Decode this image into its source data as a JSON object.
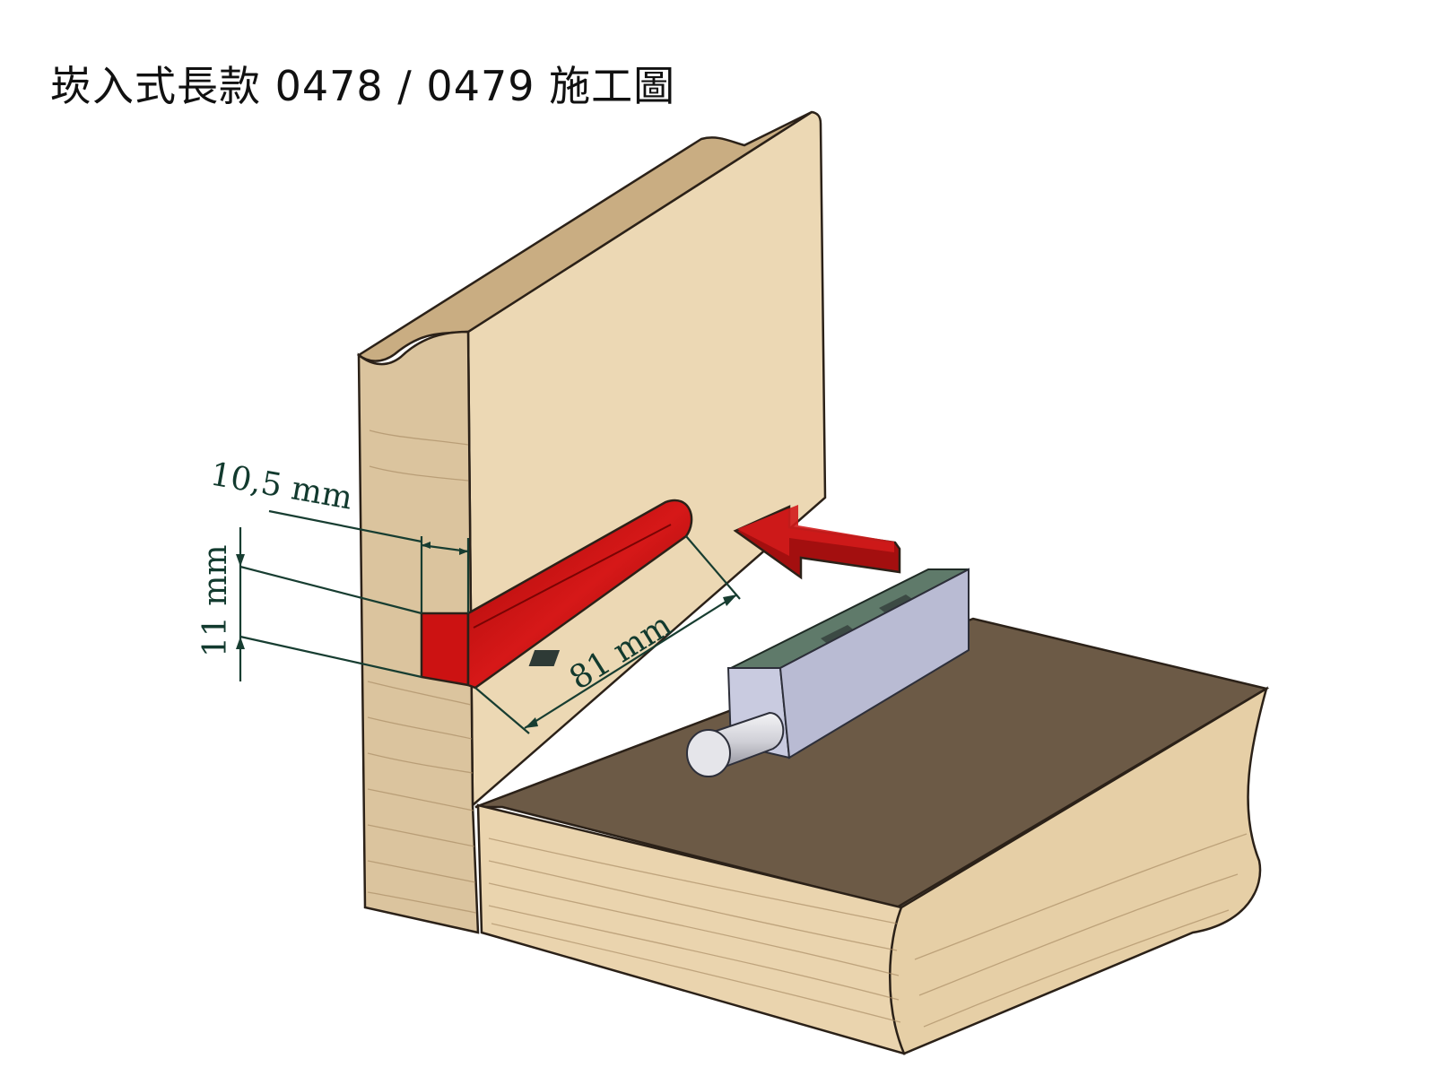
{
  "title": "崁入式長款  0478 / 0479 施工圖",
  "dimensions": {
    "depth": "10,5 mm",
    "height": "11 mm",
    "length": "81 mm"
  },
  "colors": {
    "wood_face": "#ecd8b4",
    "wood_end": "#dbc49e",
    "wood_edge": "#c9ad82",
    "floor_surface": "#6c5a46",
    "groove_red": "#cc1212",
    "arrow_red": "#b51616",
    "dimension_line": "#173d31",
    "latch_body": "#c9cbe0"
  },
  "icons": {
    "insert_arrow": "arrow-left-icon"
  }
}
